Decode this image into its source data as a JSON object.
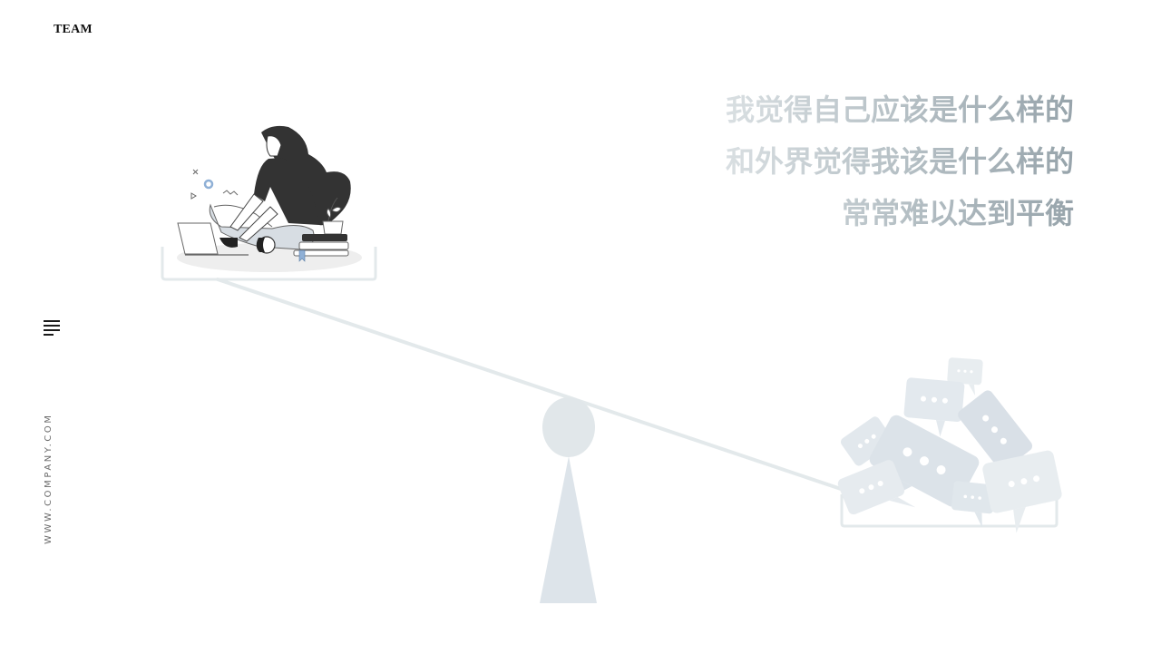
{
  "header": {
    "brand": "TEAM"
  },
  "sidebar": {
    "menu_icon": "hamburger-menu-icon",
    "website": "WWW.COMPANY.COM"
  },
  "headline": {
    "lines": [
      "我觉得自己应该是什么样的",
      "和外界觉得我该是什么样的",
      "常常难以达到平衡"
    ]
  },
  "illustration": {
    "left_pan": "woman-with-laptop-illustration",
    "right_pan": "speech-bubbles-pile-illustration",
    "fulcrum": "seesaw-fulcrum",
    "colors": {
      "beam": "#e3e9eb",
      "fulcrum": "#dfe6ea",
      "bubbles_light": "#e6ebef",
      "bubbles_mid": "#d6dee5",
      "figure_dark": "#333333",
      "figure_pants": "#d7dde3",
      "accent_blue": "#8fb0d6"
    }
  }
}
